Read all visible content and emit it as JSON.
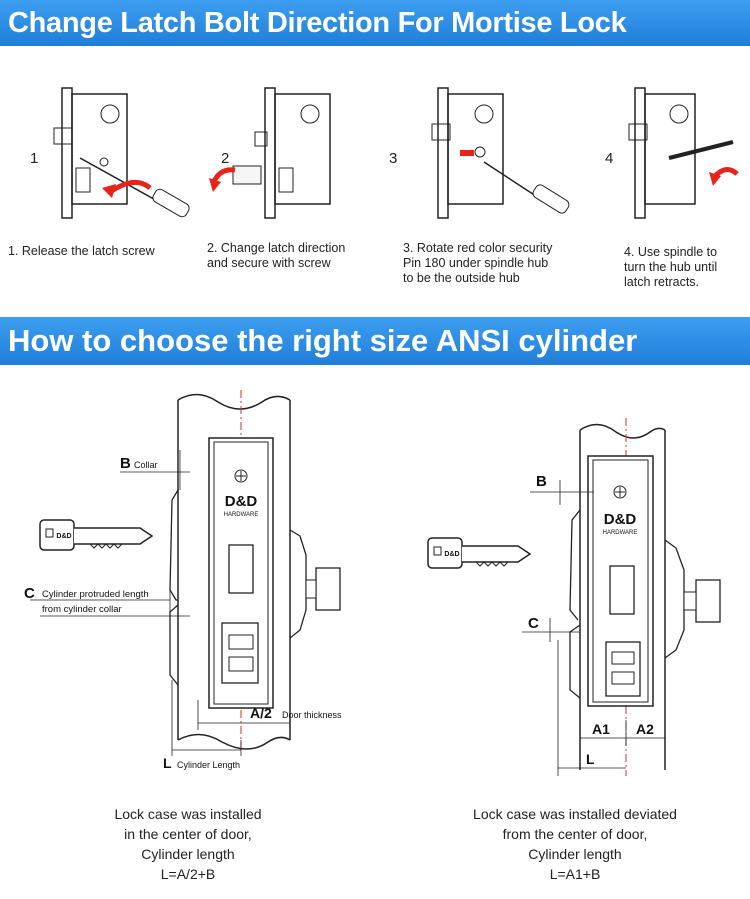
{
  "banner_top": "Change Latch Bolt Direction For Mortise Lock",
  "banner_mid": "How to choose the right size ANSI cylinder",
  "steps": [
    {
      "num": "1",
      "caption": "1. Release the latch screw"
    },
    {
      "num": "2",
      "caption": "2. Change latch direction\nand secure with screw"
    },
    {
      "num": "3",
      "caption": "3. Rotate red color security\nPin 180 under spindle hub\nto be the outside hub"
    },
    {
      "num": "4",
      "caption": "4. Use spindle to\nturn the hub until\nlatch retracts."
    }
  ],
  "brand": {
    "logo": "D&D",
    "sub": "HARDWARE"
  },
  "left_diagram": {
    "b_letter": "B",
    "b_text": "Collar",
    "c_letter": "C",
    "c_text1": "Cylinder protruded length",
    "c_text2": "from cylinder collar",
    "a_letter": "A/2",
    "a_text": "Door thickness",
    "l_letter": "L",
    "l_text": "Cylinder Length"
  },
  "right_diagram": {
    "b_letter": "B",
    "c_letter": "C",
    "a1": "A1",
    "a2": "A2",
    "l_letter": "L"
  },
  "captions": {
    "left": [
      "Lock case was installed",
      "in the center of door,",
      "Cylinder length",
      "L=A/2+B"
    ],
    "right": [
      "Lock case was installed deviated",
      "from the center of door,",
      "Cylinder length",
      "L=A1+B"
    ]
  },
  "colors": {
    "banner": "#2a8ce6",
    "arrow_red": "#e8231a",
    "centerline_red": "#d9302a"
  }
}
